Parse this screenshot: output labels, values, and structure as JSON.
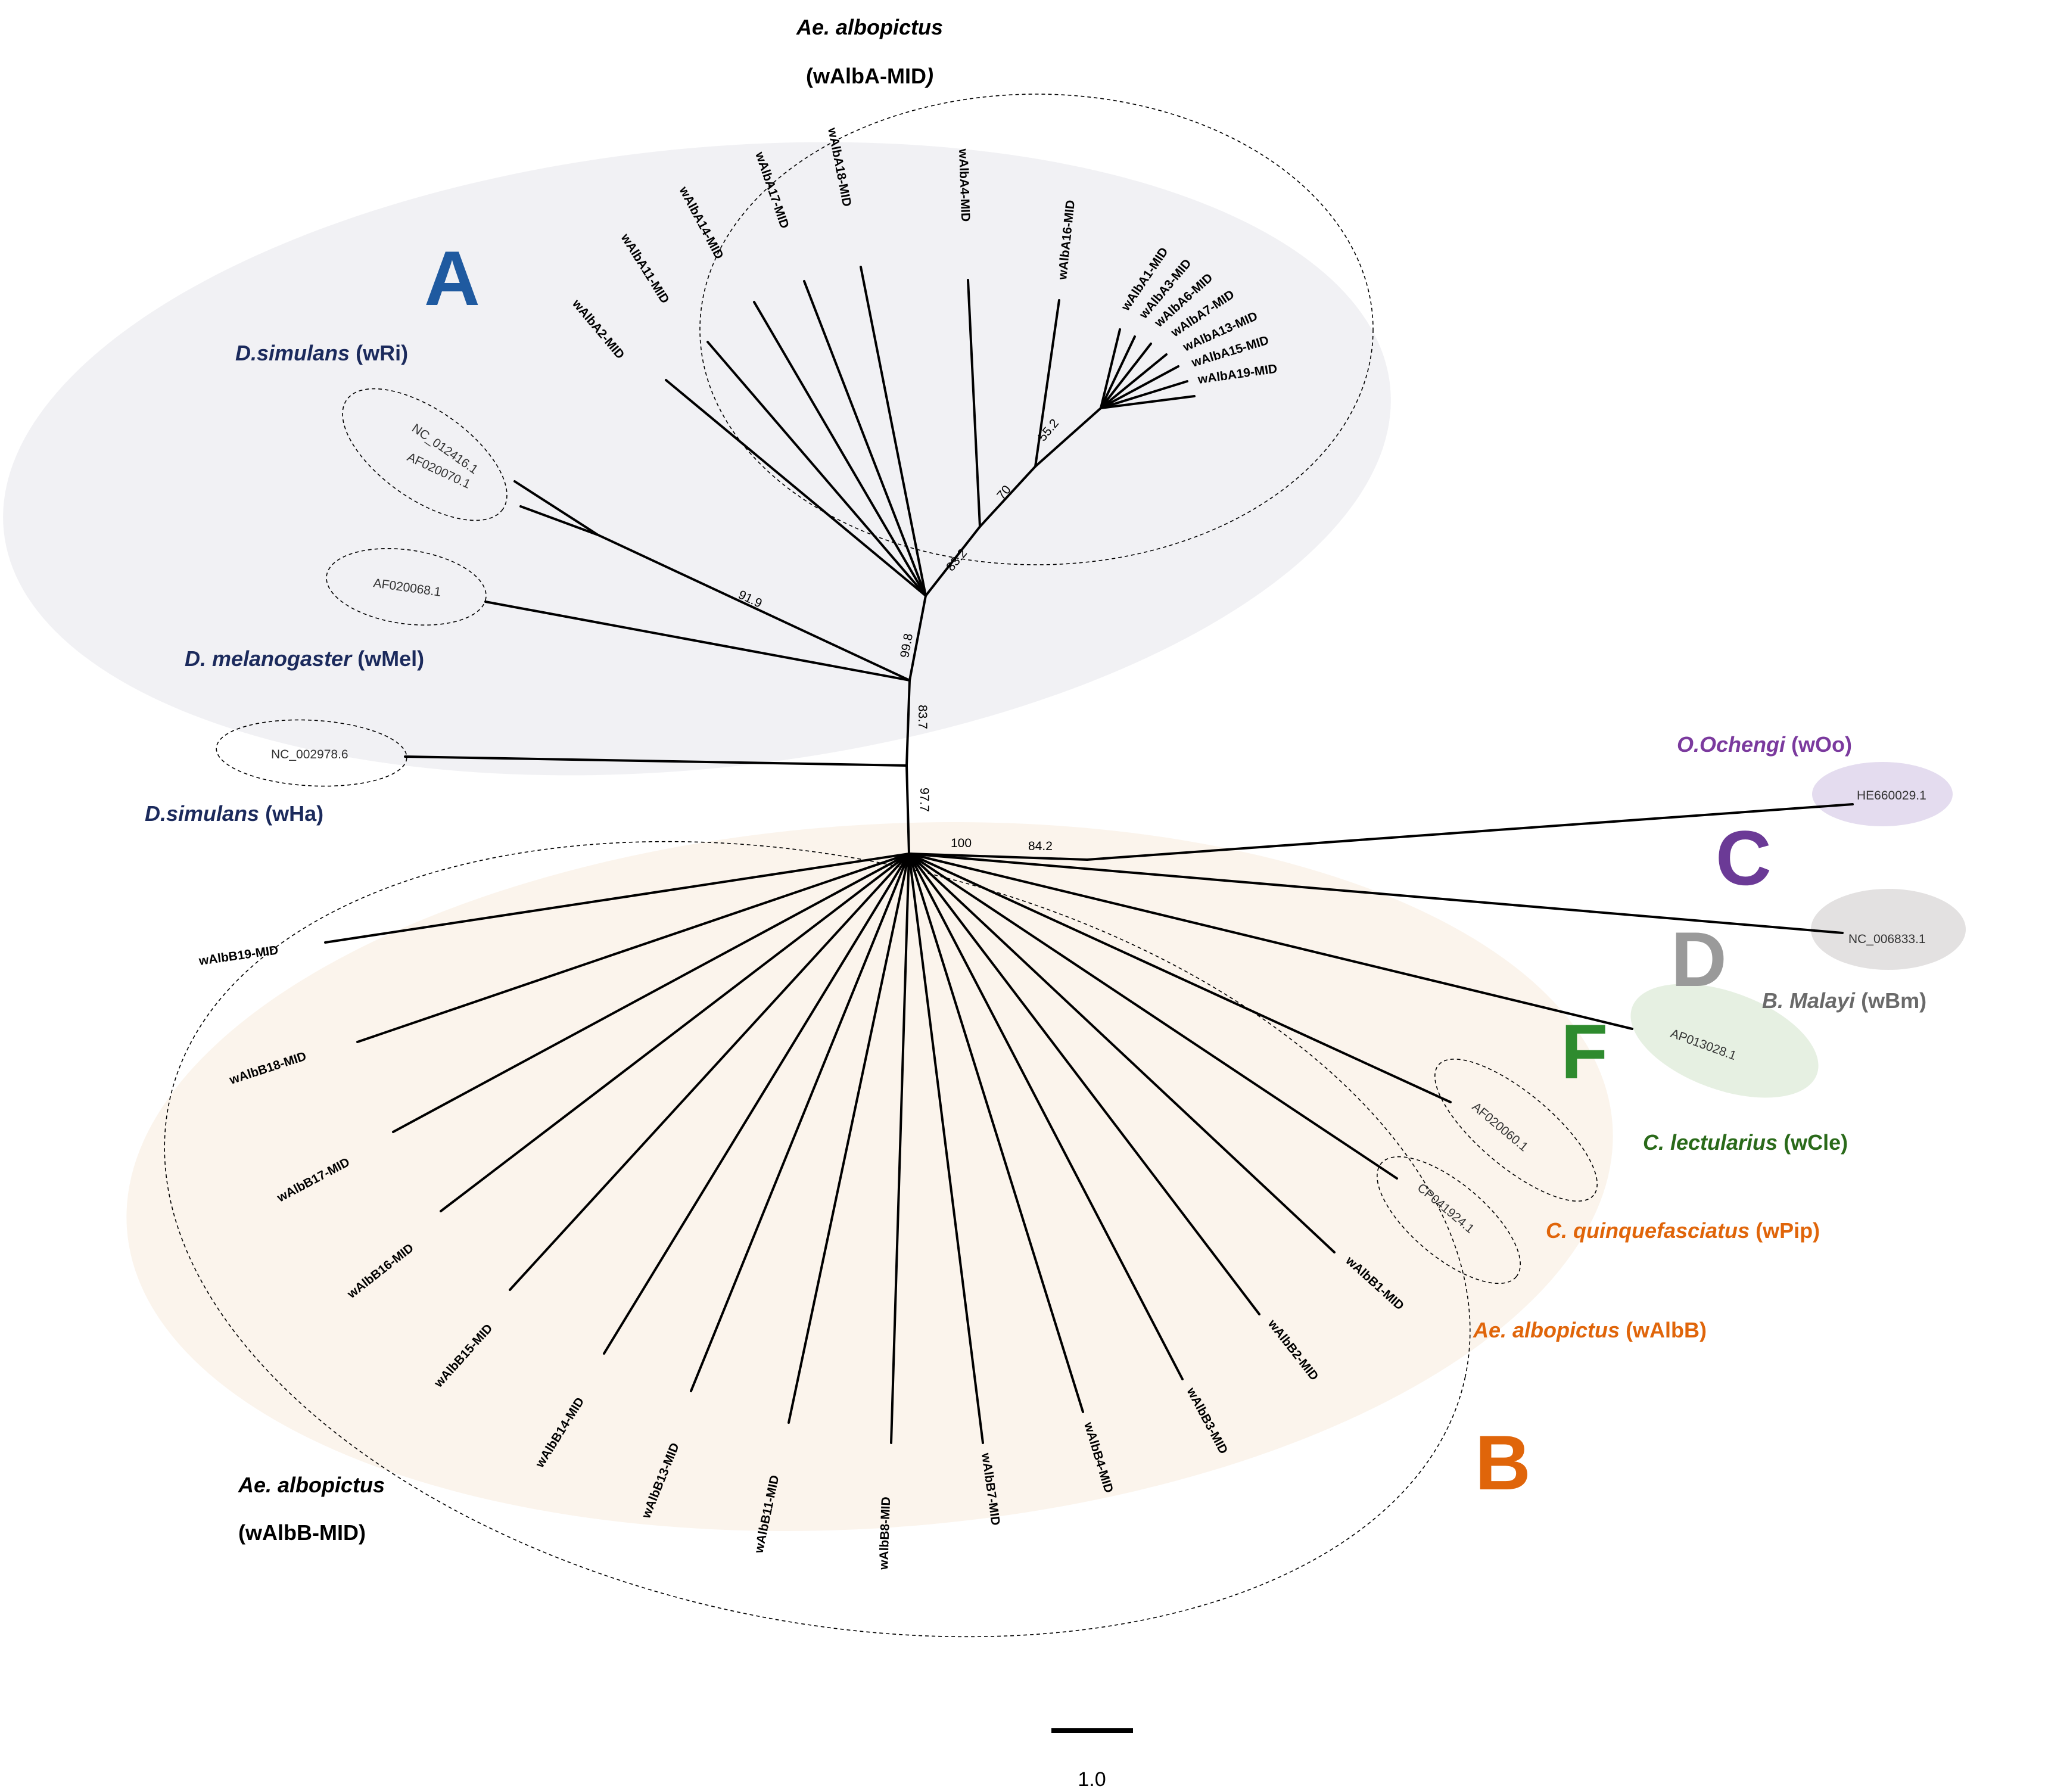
{
  "supergroups": {
    "A": {
      "letter": "A",
      "color": "#1f5aa0"
    },
    "B": {
      "letter": "B",
      "color": "#e0650a"
    },
    "C": {
      "letter": "C",
      "color": "#6b3a96"
    },
    "D": {
      "letter": "D",
      "color": "#9a9a9a"
    },
    "F": {
      "letter": "F",
      "color": "#2e8b2e"
    }
  },
  "groups": {
    "walba_mid": {
      "species": "Ae. albopictus",
      "strain": "(wAlbA-MID)",
      "strain_close": "(wAlbA-MID",
      "strain_paren": ")"
    },
    "walbb_mid": {
      "species": "Ae. albopictus",
      "strain": "(wAlbB-MID)"
    },
    "wri": {
      "species": "D.simulans",
      "strain": "(wRi)",
      "color": "#1b2a5c"
    },
    "wmel": {
      "species": "D. melanogaster",
      "strain": "(wMel)",
      "color": "#1b2a5c"
    },
    "wha": {
      "species": "D.simulans",
      "strain": "(wHa)",
      "color": "#1b2a5c"
    },
    "woo": {
      "species": "O.Ochengi",
      "strain": "(wOo)",
      "color": "#7b3a9e"
    },
    "wbm": {
      "species": "B. Malayi",
      "strain": "(wBm)",
      "color": "#6a6a6a"
    },
    "wcle": {
      "species": "C. lectularius",
      "strain": "(wCle)",
      "color": "#2a6a1a"
    },
    "wpip": {
      "species": "C. quinquefasciatus",
      "strain": "(wPip)",
      "color": "#e0650a"
    },
    "walbb": {
      "species": "Ae. albopictus",
      "strain": "(wAlbB)",
      "color": "#e0650a"
    }
  },
  "walba_leaves": [
    "wAlbA2-MID",
    "wAlbA11-MID",
    "wAlbA14-MID",
    "wAlbA17-MID",
    "wAlbA18-MID",
    "wAlbA4-MID",
    "wAlbA16-MID"
  ],
  "walba_cluster": [
    "wAlbA1-MID",
    "wAlbA3-MID",
    "wAlbA6-MID",
    "wAlbA7-MID",
    "wAlbA13-MID",
    "wAlbA15-MID",
    "wAlbA19-MID"
  ],
  "walbb_leaves": [
    "wAlbB19-MID",
    "wAlbB18-MID",
    "wAlbB17-MID",
    "wAlbB16-MID",
    "wAlbB15-MID",
    "wAlbB14-MID",
    "wAlbB13-MID",
    "wAlbB11-MID",
    "wAlbB8-MID",
    "wAlbB7-MID",
    "wAlbB4-MID",
    "wAlbB3-MID",
    "wAlbB2-MID",
    "wAlbB1-MID"
  ],
  "accessions": {
    "nc012416": "NC_012416.1",
    "af020070": "AF020070.1",
    "af020068": "AF020068.1",
    "nc002978": "NC_002978.6",
    "he660029": "HE660029.1",
    "nc006833": "NC_006833.1",
    "ap013028": "AP013028.1",
    "af020060": "AF020060.1",
    "cp041924": "CP041924.1"
  },
  "bootstrap": {
    "b552": "55.2",
    "b70": "70",
    "b832": "83.2",
    "b919": "91.9",
    "b998": "99.8",
    "b837": "83.7",
    "b977": "97.7",
    "b100": "100",
    "b842": "84.2"
  },
  "scale_bar": {
    "label": "1.0"
  },
  "colors": {
    "a_bg": "#f1f1f4",
    "b_bg": "#fbf4ec",
    "c_bg": "#e4dcef",
    "d_bg": "#e3e1e1",
    "f_bg": "#e6f0e2"
  }
}
